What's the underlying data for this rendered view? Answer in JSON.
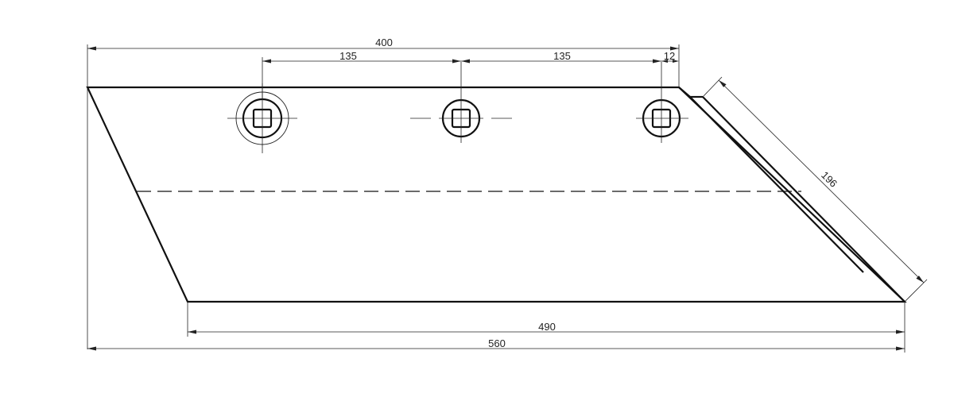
{
  "dimensions": {
    "top_total": "400",
    "hole_spacing_1": "135",
    "hole_spacing_2": "135",
    "hole_edge_offset": "12",
    "diagonal_edge": "196",
    "bottom_edge": "490",
    "overall_length": "560"
  },
  "colors": {
    "line": "#111111",
    "background": "#ffffff"
  }
}
